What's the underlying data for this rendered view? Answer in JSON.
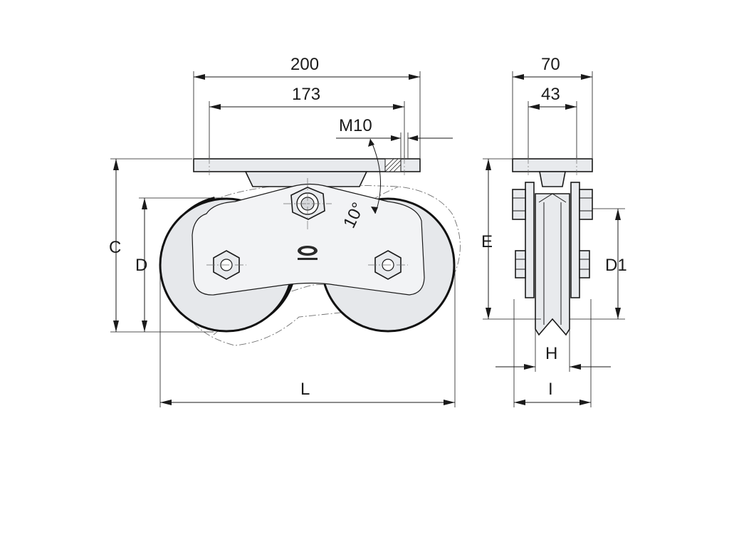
{
  "dimensions": {
    "front": {
      "plate_width": "200",
      "hole_spacing": "173",
      "thread": "M10",
      "angle": "10°",
      "overall_height": "C",
      "wheel_diameter": "D",
      "overall_length": "L"
    },
    "side": {
      "plate_width": "70",
      "bracket_width": "43",
      "wheel_height": "E",
      "groove_diameter": "D1",
      "groove_width": "H",
      "wheel_width": "I"
    }
  },
  "colors": {
    "line": "#1a1a1a",
    "fill": "#e8eaed",
    "background": "#ffffff"
  }
}
